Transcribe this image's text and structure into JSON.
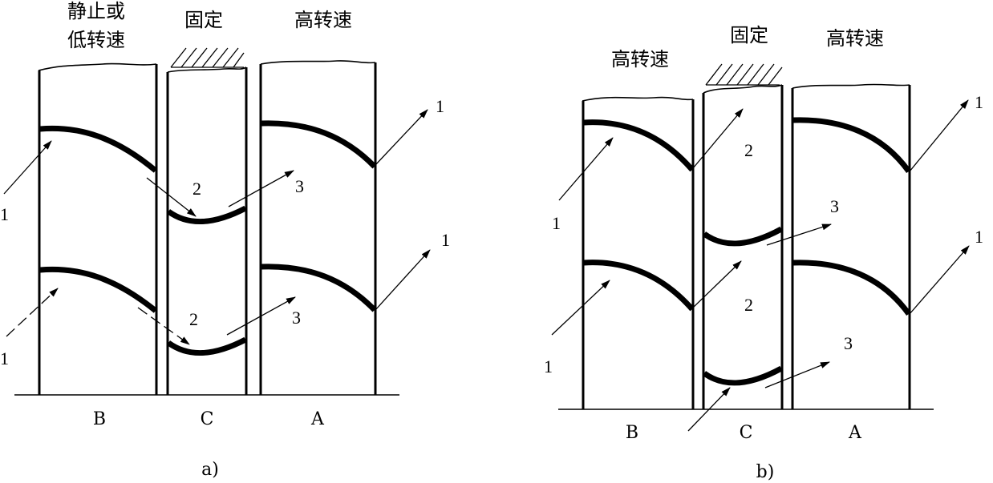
{
  "diagram_a": {
    "caption": "a)",
    "col_b_title_line1": "静止或",
    "col_b_title_line2": "低转速",
    "col_c_title": "固定",
    "col_a_title": "高转速",
    "label_b": "B",
    "label_c": "C",
    "label_a": "A",
    "num_1": "1",
    "num_2": "2",
    "num_3": "3"
  },
  "diagram_b": {
    "caption": "b)",
    "col_b_title": "高转速",
    "col_c_title": "固定",
    "col_a_title": "高转速",
    "label_b": "B",
    "label_c": "C",
    "label_a": "A",
    "num_1": "1",
    "num_2": "2",
    "num_3": "3"
  }
}
